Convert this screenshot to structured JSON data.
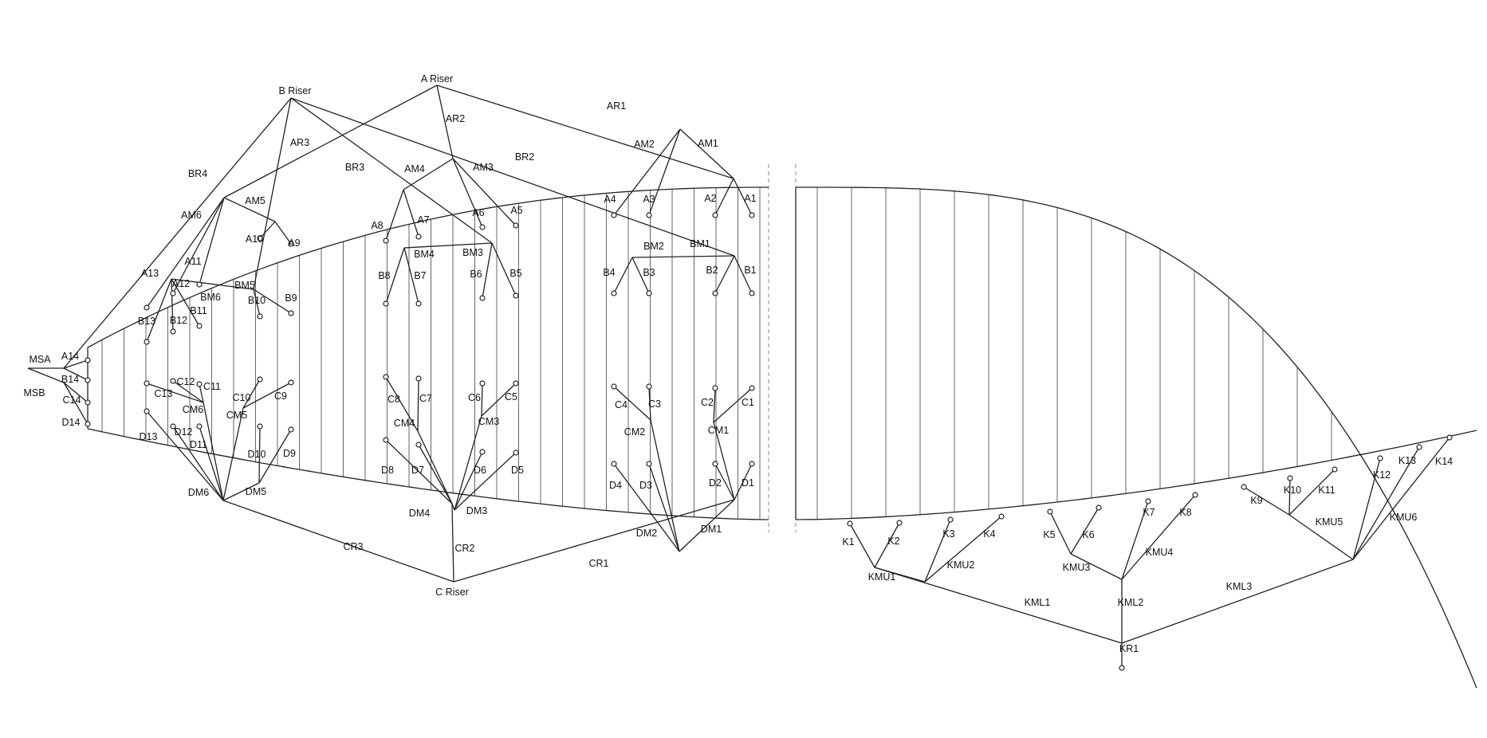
{
  "labels": {
    "B Riser": "B Riser",
    "A Riser": "A Riser",
    "C Riser": "C Riser",
    "AR1": "AR1",
    "AR2": "AR2",
    "AR3": "AR3",
    "BR2": "BR2",
    "BR3": "BR3",
    "BR4": "BR4",
    "CR1": "CR1",
    "CR2": "CR2",
    "CR3": "CR3",
    "AM1": "AM1",
    "AM2": "AM2",
    "AM3": "AM3",
    "AM4": "AM4",
    "AM5": "AM5",
    "AM6": "AM6",
    "BM1": "BM1",
    "BM2": "BM2",
    "BM3": "BM3",
    "BM4": "BM4",
    "BM5": "BM5",
    "BM6": "BM6",
    "CM1": "CM1",
    "CM2": "CM2",
    "CM3": "CM3",
    "CM4": "CM4",
    "CM5": "CM5",
    "CM6": "CM6",
    "DM1": "DM1",
    "DM2": "DM2",
    "DM3": "DM3",
    "DM4": "DM4",
    "DM5": "DM5",
    "DM6": "DM6",
    "MSA": "MSA",
    "MSB": "MSB",
    "A1": "A1",
    "A2": "A2",
    "A3": "A3",
    "A4": "A4",
    "A5": "A5",
    "A6": "A6",
    "A7": "A7",
    "A8": "A8",
    "A9": "A9",
    "A10": "A10",
    "A11": "A11",
    "A12": "A12",
    "A13": "A13",
    "A14": "A14",
    "B1": "B1",
    "B2": "B2",
    "B3": "B3",
    "B4": "B4",
    "B5": "B5",
    "B6": "B6",
    "B7": "B7",
    "B8": "B8",
    "B9": "B9",
    "B10": "B10",
    "B11": "B11",
    "B12": "B12",
    "B13": "B13",
    "B14": "B14",
    "C1": "C1",
    "C2": "C2",
    "C3": "C3",
    "C4": "C4",
    "C5": "C5",
    "C6": "C6",
    "C7": "C7",
    "C8": "C8",
    "C9": "C9",
    "C10": "C10",
    "C11": "C11",
    "C12": "C12",
    "C13": "C13",
    "C14": "C14",
    "D1": "D1",
    "D2": "D2",
    "D3": "D3",
    "D4": "D4",
    "D5": "D5",
    "D6": "D6",
    "D7": "D7",
    "D8": "D8",
    "D9": "D9",
    "D10": "D10",
    "D11": "D11",
    "D12": "D12",
    "D13": "D13",
    "D14": "D14",
    "K1": "K1",
    "K2": "K2",
    "K3": "K3",
    "K4": "K4",
    "K5": "K5",
    "K6": "K6",
    "K7": "K7",
    "K8": "K8",
    "K9": "K9",
    "K10": "K10",
    "K11": "K11",
    "K12": "K12",
    "K13": "K13",
    "K14": "K14",
    "KMU1": "KMU1",
    "KMU2": "KMU2",
    "KMU3": "KMU3",
    "KMU4": "KMU4",
    "KMU5": "KMU5",
    "KMU6": "KMU6",
    "KML1": "KML1",
    "KML2": "KML2",
    "KML3": "KML3",
    "KR1": "KR1"
  }
}
